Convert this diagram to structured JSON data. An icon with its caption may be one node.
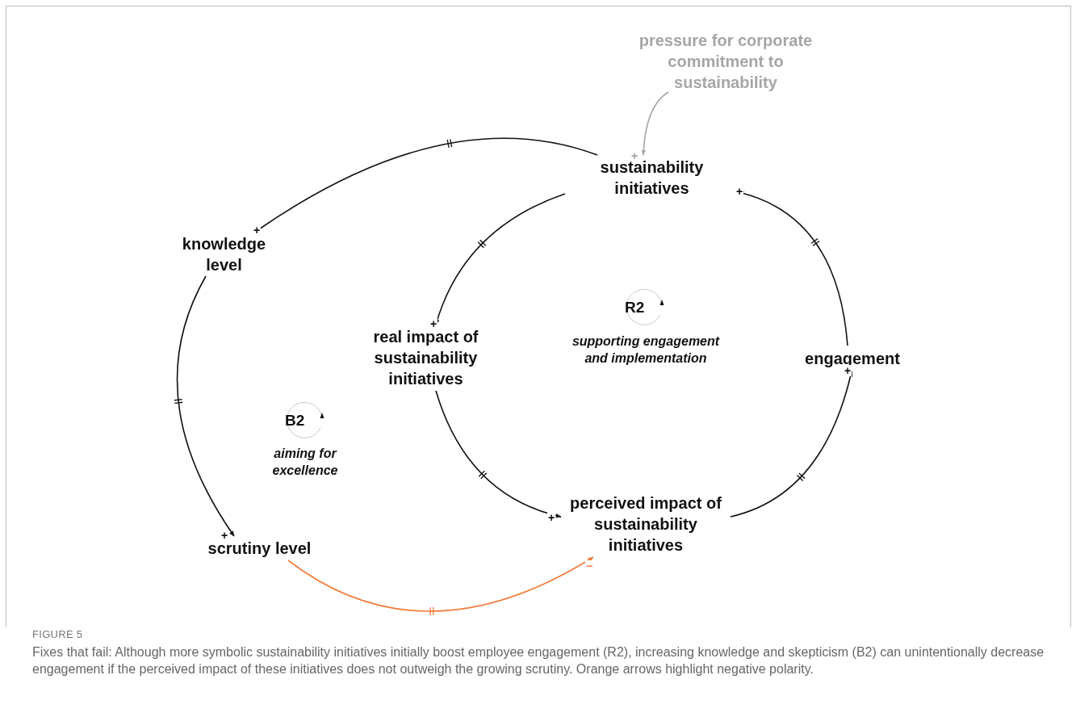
{
  "diagram": {
    "caption": "Fixes that fail: Although more symbolic sustainability initiatives initially boost employee engagement (R2), increasing knowledge and skepticism (B2) can unintentionally decrease engagement if the perceived impact of these initiatives does not outweigh the growing scrutiny. Orange arrows highlight negative polarity.",
    "nodes": [
      {
        "text": [
          "pressure for corporate commitment to sustainability"
        ]
      },
      {
        "text": [
          "sustainability initiatives"
        ]
      },
      {
        "text": [
          "knowledge level"
        ]
      },
      {
        "text": [
          "real impact of sustainability initiatives"
        ]
      },
      {
        "text": [
          "R2"
        ],
        "beside": [
          "supporting engagement and implementation"
        ]
      },
      {
        "text": [
          "engagement"
        ]
      },
      {
        "text": [
          "B2"
        ],
        "beside": [
          "aiming for excellence"
        ]
      },
      {
        "text": [
          "scrutiny level"
        ]
      },
      {
        "text": [
          "perceived impact of sustainability initiatives"
        ]
      }
    ],
    "edges": [
      {
        "from": 0,
        "to": 1,
        "arrow": "to",
        "label": "+",
        "color": "#a6a6a6"
      },
      {
        "from": 1,
        "to": 2,
        "arrow": "to",
        "label": "+"
      },
      {
        "from": 2,
        "to": 7,
        "arrow": "to",
        "label": "+"
      },
      {
        "from": 1,
        "to": 3,
        "arrow": "to",
        "label": "+"
      },
      {
        "from": 3,
        "to": 8,
        "arrow": "to",
        "label": "+"
      },
      {
        "from": 8,
        "to": 5,
        "arrow": "to",
        "label": "+"
      },
      {
        "from": 5,
        "to": 1,
        "arrow": "to",
        "label": "+"
      },
      {
        "from": 7,
        "to": 8,
        "arrow": "to",
        "label": "−",
        "color": "#f47c3c"
      }
    ],
    "labels": [
      "FIGURE 5"
    ]
  }
}
